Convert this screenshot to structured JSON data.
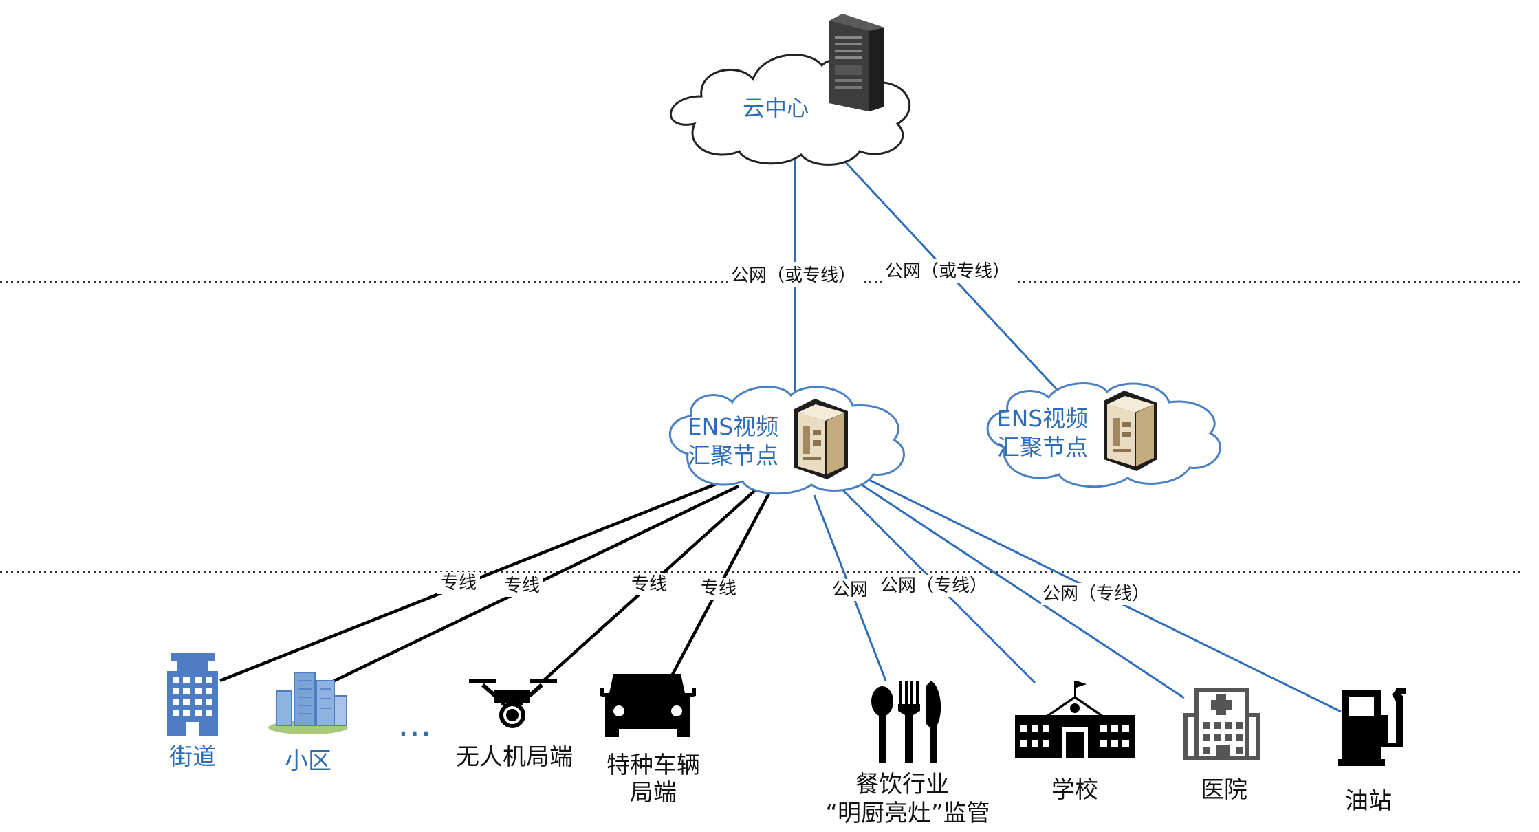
{
  "cloud_center": {
    "label": "云中心"
  },
  "ens_nodes": [
    {
      "label_line1": "ENS视频",
      "label_line2": "汇聚节点"
    },
    {
      "label_line1": "ENS视频",
      "label_line2": "汇聚节点"
    }
  ],
  "links_upper": [
    {
      "label": "公网（或专线）"
    },
    {
      "label": "公网（或专线）"
    }
  ],
  "links_lower": {
    "street": "专线",
    "community": "专线",
    "drone": "专线",
    "vehicle": "专线",
    "catering": "公网",
    "school": "公网（专线）",
    "gas": "公网（专线）"
  },
  "endpoints": {
    "street": "街道",
    "community": "小区",
    "ellipsis": "…",
    "drone": "无人机局端",
    "vehicle_line1": "特种车辆",
    "vehicle_line2": "局端",
    "catering_line1": "餐饮行业",
    "catering_line2": "“明厨亮灶”监管",
    "school": "学校",
    "hospital": "医院",
    "gas": "油站"
  },
  "colors": {
    "blue_link": "#2e6db5",
    "blue_text": "#2e6db5",
    "black_link": "#000000",
    "cloud_stroke": "#4a7fc1",
    "icon_blue": "#4e7dc4"
  }
}
